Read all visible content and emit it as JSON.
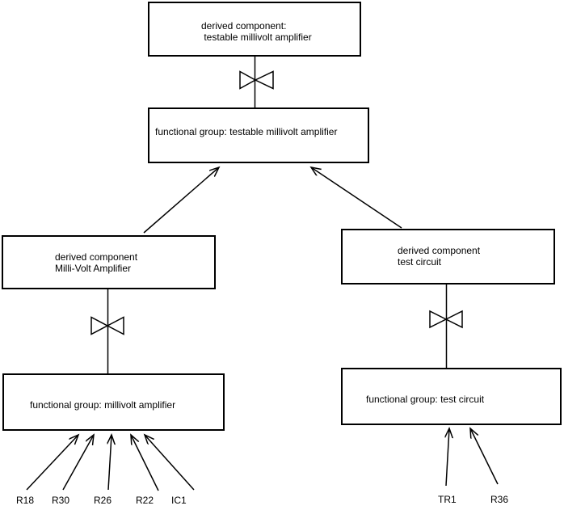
{
  "diagram": {
    "colors": {
      "background": "#ffffff",
      "line": "#000000",
      "text": "#000000"
    },
    "boxes": {
      "top_derived": {
        "lines": [
          "derived component:",
          " testable millivolt amplifier"
        ]
      },
      "fg_testable": {
        "lines": [
          "functional group: testable millivolt amplifier"
        ]
      },
      "derived_mva": {
        "lines": [
          "derived component",
          "Milli-Volt Amplifier"
        ]
      },
      "derived_tc": {
        "lines": [
          "derived component",
          "test circuit"
        ]
      },
      "fg_mva": {
        "lines": [
          "functional group: millivolt amplifier"
        ]
      },
      "fg_tc": {
        "lines": [
          "functional group: test circuit"
        ]
      }
    },
    "component_labels": {
      "left": [
        "R18",
        "R30",
        "R26",
        "R22",
        "IC1"
      ],
      "right": [
        "TR1",
        "R36"
      ]
    },
    "connections": {
      "bowtie_links": [
        [
          "derived component: testable millivolt amplifier",
          "functional group: testable millivolt amplifier"
        ],
        [
          "derived component Milli-Volt Amplifier",
          "functional group: millivolt amplifier"
        ],
        [
          "derived component test circuit",
          "functional group: test circuit"
        ]
      ],
      "arrows": [
        [
          "derived component Milli-Volt Amplifier",
          "functional group: testable millivolt amplifier"
        ],
        [
          "derived component test circuit",
          "functional group: testable millivolt amplifier"
        ],
        [
          "R18",
          "functional group: millivolt amplifier"
        ],
        [
          "R30",
          "functional group: millivolt amplifier"
        ],
        [
          "R26",
          "functional group: millivolt amplifier"
        ],
        [
          "R22",
          "functional group: millivolt amplifier"
        ],
        [
          "IC1",
          "functional group: millivolt amplifier"
        ],
        [
          "TR1",
          "functional group: test circuit"
        ],
        [
          "R36",
          "functional group: test circuit"
        ]
      ]
    }
  }
}
